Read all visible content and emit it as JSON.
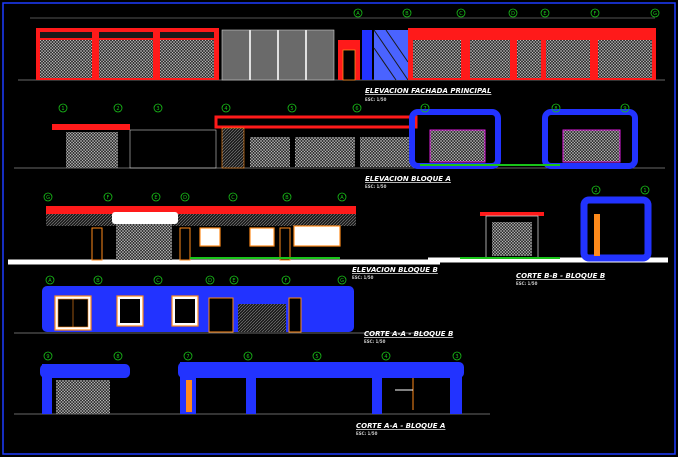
{
  "drawing": {
    "colors": {
      "background": "#000000",
      "frame": "#1e3cff",
      "red": "#ff1a1a",
      "blue": "#2233ff",
      "blue_light": "#4a63ff",
      "grey": "#9a9a9a",
      "white": "#ffffff",
      "green": "#19c419",
      "magenta": "#e01ae0",
      "orange": "#ff8a1a",
      "yellow": "#ffd21a",
      "cyan": "#1ad6ff"
    },
    "views": [
      {
        "id": "elev-principal",
        "title": "ELEVACION FACHADA PRINCIPAL",
        "scale": "ESC: 1/50"
      },
      {
        "id": "elev-bloque-a",
        "title": "ELEVACION BLOQUE A",
        "scale": "ESC: 1/50"
      },
      {
        "id": "elev-bloque-b",
        "title": "ELEVACION BLOQUE B",
        "scale": "ESC: 1/50"
      },
      {
        "id": "corte-bb",
        "title": "CORTE B-B - BLOQUE B",
        "scale": "ESC: 1/50"
      },
      {
        "id": "corte-aa",
        "title": "CORTE A-A - BLOQUE B",
        "scale": "ESC: 1/50"
      },
      {
        "id": "corte-bloque-a",
        "title": "CORTE A-A - BLOQUE A",
        "scale": "ESC: 1/50"
      }
    ],
    "axis_markers": {
      "principal": [
        "A",
        "B",
        "C",
        "D",
        "E",
        "F",
        "G"
      ],
      "bloque_a": [
        "1",
        "2",
        "3",
        "4",
        "5",
        "6",
        "7",
        "8",
        "9"
      ],
      "bloque_b": [
        "G",
        "F",
        "E",
        "D",
        "C",
        "B",
        "A"
      ],
      "corte_bb": [
        "2",
        "1"
      ],
      "corte_aa": [
        "A",
        "B",
        "C",
        "D",
        "E",
        "F",
        "G"
      ],
      "corte_bloque_a": [
        "9",
        "8",
        "7",
        "6",
        "5",
        "4",
        "3"
      ]
    }
  }
}
